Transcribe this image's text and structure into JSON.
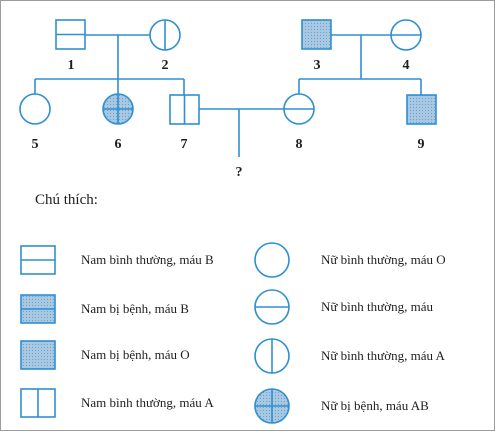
{
  "colors": {
    "stroke": "#2e8fd1",
    "affected_fill": "#a9c9e3",
    "text": "#1e1e1e",
    "frame": "#9c9c9c"
  },
  "pedigree": {
    "individuals": [
      {
        "id": "1",
        "label": "1",
        "sex": "male",
        "affected": false,
        "symbol": "h-split"
      },
      {
        "id": "2",
        "label": "2",
        "sex": "female",
        "affected": false,
        "symbol": "v-split"
      },
      {
        "id": "3",
        "label": "3",
        "sex": "male",
        "affected": true,
        "symbol": "plain"
      },
      {
        "id": "4",
        "label": "4",
        "sex": "female",
        "affected": false,
        "symbol": "h-split"
      },
      {
        "id": "5",
        "label": "5",
        "sex": "female",
        "affected": false,
        "symbol": "plain"
      },
      {
        "id": "6",
        "label": "6",
        "sex": "female",
        "affected": true,
        "symbol": "cross"
      },
      {
        "id": "7",
        "label": "7",
        "sex": "male",
        "affected": false,
        "symbol": "v-split"
      },
      {
        "id": "8",
        "label": "8",
        "sex": "female",
        "affected": false,
        "symbol": "h-split"
      },
      {
        "id": "9",
        "label": "9",
        "sex": "male",
        "affected": true,
        "symbol": "plain"
      }
    ],
    "unknown_child_label": "?"
  },
  "legend": {
    "title": "Chú thích:",
    "items": [
      {
        "symbol": "male-h-split",
        "text": "Nam bình thường, máu B"
      },
      {
        "symbol": "female-plain",
        "text": "Nữ bình thường, máu O"
      },
      {
        "symbol": "male-affected-dotted",
        "text": "Nam bị bệnh, máu B"
      },
      {
        "symbol": "female-h-split",
        "text": "Nữ bình thường, máu"
      },
      {
        "symbol": "male-affected-plain",
        "text": "Nam bị bệnh, máu O"
      },
      {
        "symbol": "female-v-split",
        "text": "Nữ bình thường, máu A"
      },
      {
        "symbol": "male-v-split",
        "text": "Nam bình thường, máu A"
      },
      {
        "symbol": "female-affected-cross",
        "text": "Nữ bị bệnh, máu AB"
      }
    ]
  }
}
